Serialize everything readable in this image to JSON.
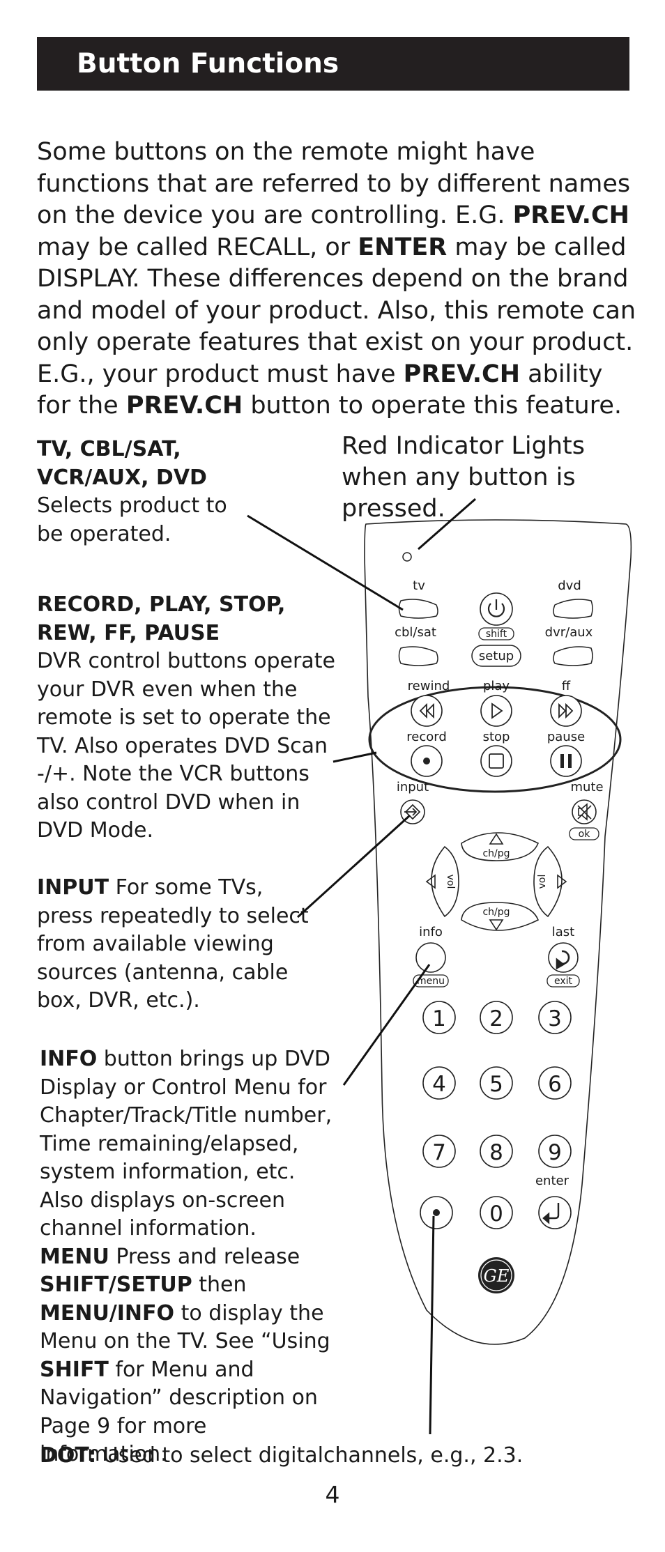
{
  "header": {
    "title": "Button Functions"
  },
  "intro": {
    "p1": "Some buttons on the remote might have functions that are referred to by different names on the device you are controlling. E.G. ",
    "b1": "PREV.CH",
    "p2": " may be called RECALL, or ",
    "b2": "ENTER",
    "p3": " may be called DISPLAY. These differences depend on the brand and model of your product. Also, this remote can only operate features that exist on your product. E.G., your product must have ",
    "b3": "PREV.CH",
    "p4": " ability for the ",
    "b4": "PREV.CH",
    "p5": " button to operate this feature."
  },
  "annotations": {
    "indicator": "Red Indicator Lights when any button is pressed.",
    "device_title_1": "TV, CBL/SAT,",
    "device_title_2": "VCR/AUX, DVD",
    "device_text": "Selects product to be operated.",
    "dvr_title": "RECORD, PLAY, STOP, REW, FF, PAUSE",
    "dvr_text": "DVR control buttons operate your DVR even when the remote is set to operate the TV. Also operates DVD Scan -/+. Note the VCR buttons also control DVD when in DVD Mode.",
    "input_title": "INPUT",
    "input_text": " For some TVs, press repeatedly to select from available viewing sources (antenna, cable box, DVR, etc.).",
    "info_title": "INFO",
    "info_text": " button brings up DVD Display or Control Menu for Chapter/Track/Title number, Time remaining/elapsed, system information, etc. Also displays on-screen channel information.",
    "menu_b1": "MENU",
    "menu_t1": " Press and release ",
    "menu_b2": "SHIFT/SETUP",
    "menu_t2": " then ",
    "menu_b3": "MENU/INFO",
    "menu_t3": " to display the Menu on the TV. See “Using ",
    "menu_b4": "SHIFT",
    "menu_t4": " for Menu and Navigation” description on Page 9 for more information.",
    "dot_title": "DOT:",
    "dot_text": " Used to select digitalchannels, e.g., 2.3."
  },
  "remote": {
    "tv": "tv",
    "dvd": "dvd",
    "cbl_sat": "cbl/sat",
    "dvr_aux": "dvr/aux",
    "shift": "shift",
    "setup": "setup",
    "rewind": "rewind",
    "play": "play",
    "ff": "ff",
    "record": "record",
    "stop": "stop",
    "pause": "pause",
    "input": "input",
    "mute": "mute",
    "ok": "ok",
    "ch_pg": "ch/pg",
    "vol": "vol",
    "info": "info",
    "last": "last",
    "menu": "menu",
    "exit": "exit",
    "enter": "enter",
    "digits": [
      "1",
      "2",
      "3",
      "4",
      "5",
      "6",
      "7",
      "8",
      "9",
      "0"
    ],
    "logo": "GE"
  },
  "page_number": "4"
}
